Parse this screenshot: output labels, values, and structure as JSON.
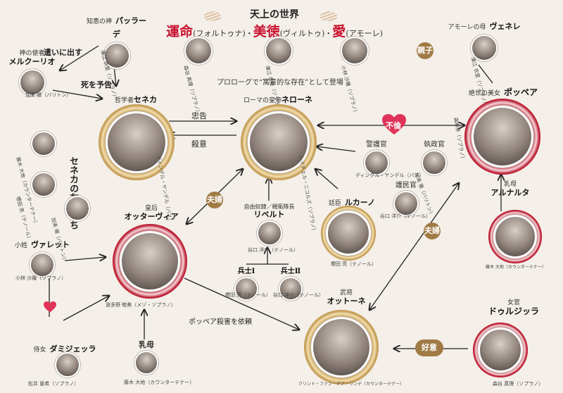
{
  "title": {
    "heading": "天上の世界",
    "w1": "運命",
    "w1_read": "(フォルトゥナ)",
    "w2": "美徳",
    "w2_read": "(ヴィルトゥ)",
    "w3": "愛",
    "w3_read": "(アモーレ)",
    "dot": "・",
    "prologue": "プロローグで“寓意的な存在”として登場"
  },
  "gods": [
    {
      "cast": "森谷 真理（ソプラノ）"
    },
    {
      "cast": "澤江 衣里（ソプラノ）"
    },
    {
      "cast": "小林 沙羅（ソプラノ）"
    }
  ],
  "characters": {
    "pallade": {
      "role": "知恵の神",
      "name": "パッラーデ",
      "cast": "澤江 衣里（ソプラノ）"
    },
    "venere": {
      "role": "アモーレの母",
      "name": "ヴェネレ",
      "cast": "澤江 衣里（ソプラノ）"
    },
    "mercurio": {
      "role": "神の使者",
      "name": "メルクーリオ",
      "cast": "加耒 徹（バリトン）"
    },
    "seneca": {
      "role": "哲学者",
      "name": "セネカ",
      "cast": "ディングル・ヤンデル（バス）"
    },
    "nerone": {
      "role": "ローマの皇帝",
      "name": "ネローネ",
      "cast": "レイチェル・ニコルズ（ソプラノ）"
    },
    "poppea": {
      "role": "絶世の美女",
      "name": "ポッペア",
      "cast": "森麻季（ソプラノ）"
    },
    "friends_label": "セネカの友人たち",
    "friend1": {
      "cast": "藤木 大地（カウンターテナー）"
    },
    "friend2": {
      "cast": "櫻田 亮（テノール）"
    },
    "friend3": {
      "cast": "加耒 徹（バリトン）"
    },
    "guard": {
      "role": "警護官",
      "cast": "ディングル・ヤンデル（バス）"
    },
    "consul": {
      "role": "執政官",
      "cast": "加耒 徹（バリトン）"
    },
    "tribune": {
      "role": "護民官",
      "cast": "谷口 洋介（テノール）"
    },
    "lucano": {
      "role": "廷臣",
      "name": "ルカーノ",
      "cast": "櫻田 亮（テノール）"
    },
    "liberto": {
      "role": "自由奴隷／親衛隊長",
      "name": "リベルト",
      "cast": "谷口 洋介（テノール）"
    },
    "soldier1": {
      "name": "兵士Ⅰ",
      "cast": "櫻田 亮（テノール）"
    },
    "soldier2": {
      "name": "兵士Ⅱ",
      "cast": "谷口 洋介（テノール）"
    },
    "ottavia": {
      "role": "皇后",
      "name": "オッターヴィア",
      "cast": "波多野 睦美（メゾ・ソプラノ）"
    },
    "valletto": {
      "role": "小姓",
      "name": "ヴァレット",
      "cast": "小林 沙羅（ソプラノ）"
    },
    "damigella": {
      "role": "侍女",
      "name": "ダミジェッラ",
      "cast": "松井 亜希（ソプラノ）"
    },
    "nutrice": {
      "role": "乳母",
      "cast": "藤木 大地（カウンターテナー）"
    },
    "arnalta": {
      "role": "乳母",
      "name": "アルナルタ",
      "cast": "藤木 大地（カウンターテナー）"
    },
    "ottone": {
      "role": "武将",
      "name": "オットーネ",
      "cast": "クリント・ファン・デア・リンデ（カウンターテナー）"
    },
    "drusilla": {
      "role": "女官",
      "name": "ドゥルジッラ",
      "cast": "森谷 真理（ソプラノ）"
    }
  },
  "relations": {
    "sends": "遣いに出す",
    "foretells": "死を予告",
    "advice": "忠告",
    "murder": "殺意",
    "affair": "不倫",
    "parent_child": "親子",
    "couple1": "夫婦",
    "couple2": "夫婦",
    "request": "ポッペア殺害を依頼",
    "favor": "好意"
  },
  "colors": {
    "background": "#f4efe9",
    "accent_red": "#c8102e",
    "gold": "#b07f32",
    "badge": "#a07a45",
    "heart": "#e0335a"
  }
}
